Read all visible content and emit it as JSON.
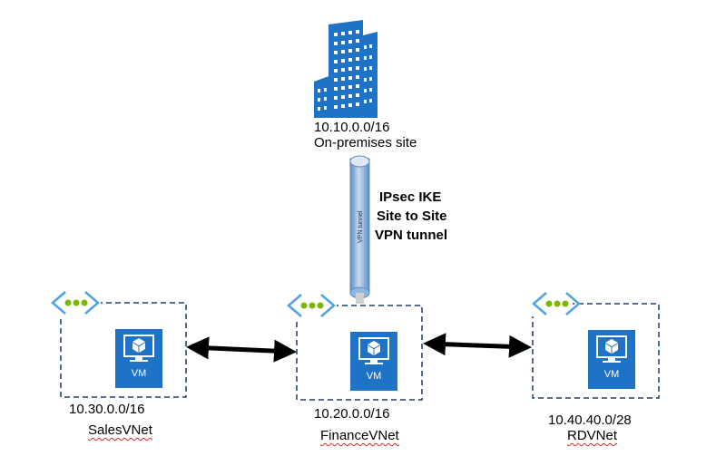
{
  "onprem": {
    "cidr": "10.10.0.0/16",
    "name": "On-premises site",
    "icon": "office-building-icon"
  },
  "tunnel": {
    "body_label": "VPN tunnel",
    "caption_lines": [
      "IPsec IKE",
      "Site to Site",
      "VPN tunnel"
    ]
  },
  "vnets": [
    {
      "id": "sales",
      "cidr": "10.30.0.0/16",
      "name": "SalesVNet",
      "vm_label": "VM"
    },
    {
      "id": "finance",
      "cidr": "10.20.0.0/16",
      "name": "FinanceVNet",
      "vm_label": "VM"
    },
    {
      "id": "rd",
      "cidr": "10.40.40.0/28",
      "name": "RDVNet",
      "vm_label": "VM"
    }
  ],
  "colors": {
    "azure_blue": "#1e73c6",
    "dots_green": "#7ab800",
    "chevron_blue": "#4fa3e0",
    "dash_border": "#1f3c66",
    "tunnel_blue": "#8fb6e2"
  }
}
